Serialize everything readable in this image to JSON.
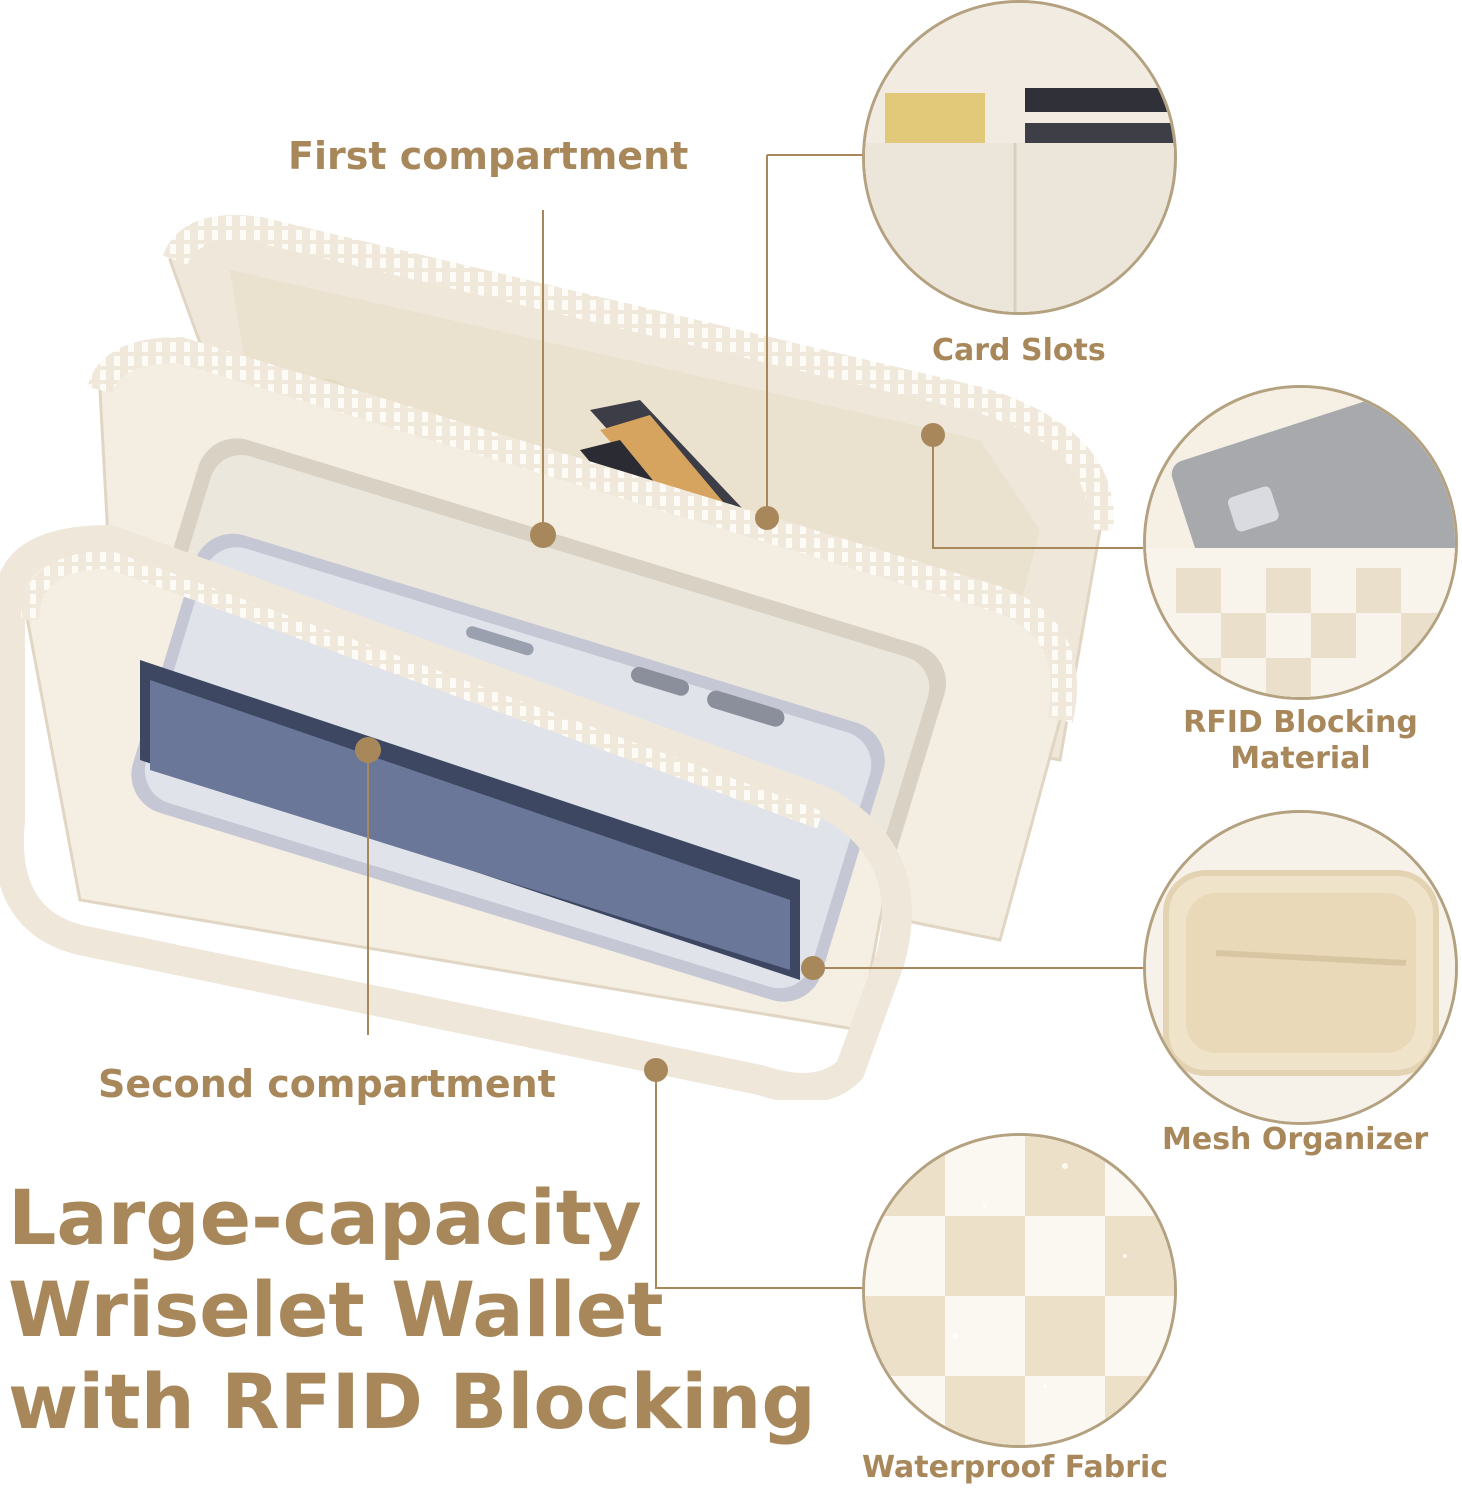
{
  "labels": {
    "first_compartment": "First compartment",
    "second_compartment": "Second compartment",
    "card_slots": "Card Slots",
    "rfid_line1": "RFID Blocking",
    "rfid_line2": "Material",
    "mesh_organizer": "Mesh Organizer",
    "waterproof_fabric": "Waterproof Fabric"
  },
  "headline": {
    "line1": "Large-capacity",
    "line2": "Wriselet Wallet",
    "line3": "with RFID Blocking"
  },
  "colors": {
    "accent": "#a8885b",
    "cream": "#f2ece0",
    "beige": "#e9dcc6"
  }
}
